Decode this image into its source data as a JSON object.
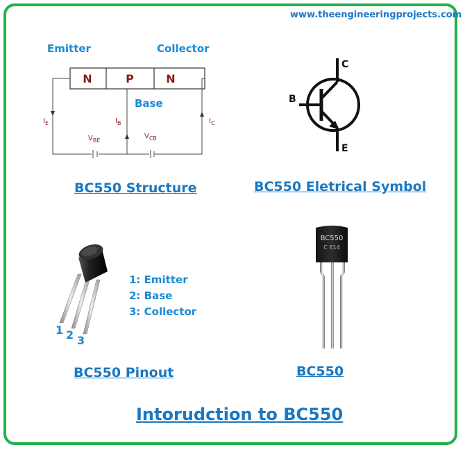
{
  "site_url": "www.theengineeringprojects.com",
  "structure": {
    "emitter_label": "Emitter",
    "collector_label": "Collector",
    "base_label": "Base",
    "regions": [
      "N",
      "P",
      "N"
    ],
    "ie": {
      "main": "I",
      "sub": "E"
    },
    "ib": {
      "main": "I",
      "sub": "B"
    },
    "ic": {
      "main": "I",
      "sub": "C"
    },
    "vbe": {
      "main": "V",
      "sub": "BE"
    },
    "vcb": {
      "main": "V",
      "sub": "CB"
    },
    "caption": "BC550 Structure"
  },
  "symbol": {
    "collector": "C",
    "base": "B",
    "emitter": "E",
    "caption": "BC550 Eletrical Symbol"
  },
  "pinout": {
    "pins": [
      "1: Emitter",
      "2: Base",
      "3: Collector"
    ],
    "numbers": [
      "1",
      "2",
      "3"
    ],
    "caption": "BC550 Pinout"
  },
  "photo": {
    "marking_line1": "BC550",
    "marking_line2": "C 614",
    "caption": "BC550"
  },
  "title": "Intorudction to BC550",
  "colors": {
    "border": "#22b14c",
    "accent_blue": "#1a78c2",
    "region_text": "#8b1a1a",
    "line": "#333333"
  }
}
